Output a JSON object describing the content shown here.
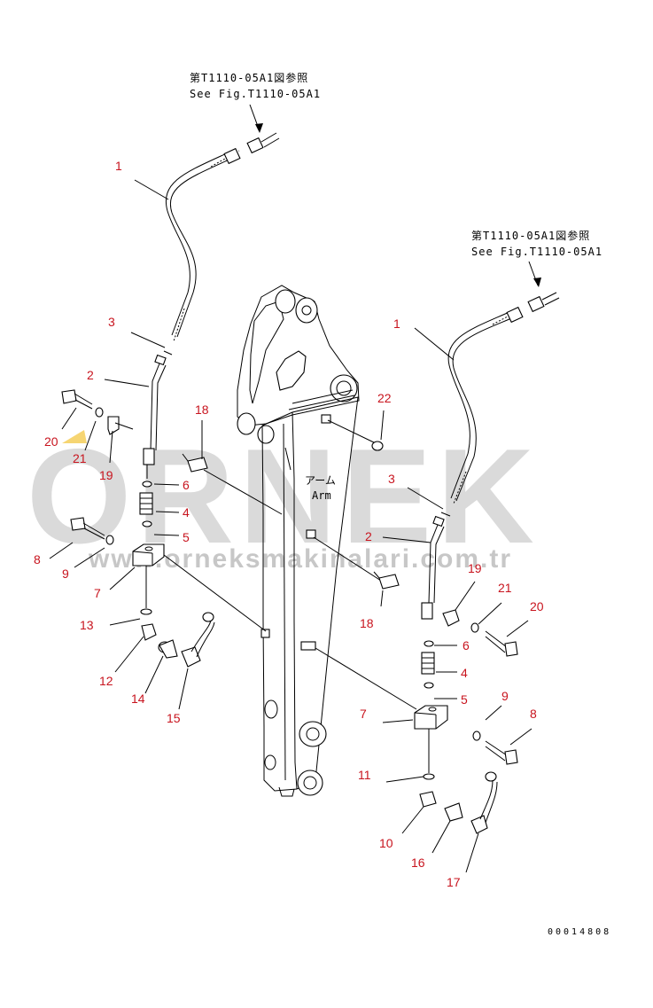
{
  "references": {
    "top_left": {
      "jp": "第T1110-05A1図参照",
      "en": "See Fig.T1110-05A1"
    },
    "top_right": {
      "jp": "第T1110-05A1図参照",
      "en": "See Fig.T1110-05A1"
    }
  },
  "arm_label": {
    "jp": "アーム",
    "en": "Arm"
  },
  "watermark": {
    "brand": "ORNEK",
    "url": "www.orneksmakinalari.com.tr"
  },
  "drawing_number": "00014808",
  "callouts": [
    "1",
    "2",
    "3",
    "4",
    "5",
    "6",
    "7",
    "8",
    "9",
    "10",
    "11",
    "12",
    "13",
    "14",
    "15",
    "16",
    "17",
    "18",
    "19",
    "20",
    "21",
    "22"
  ]
}
